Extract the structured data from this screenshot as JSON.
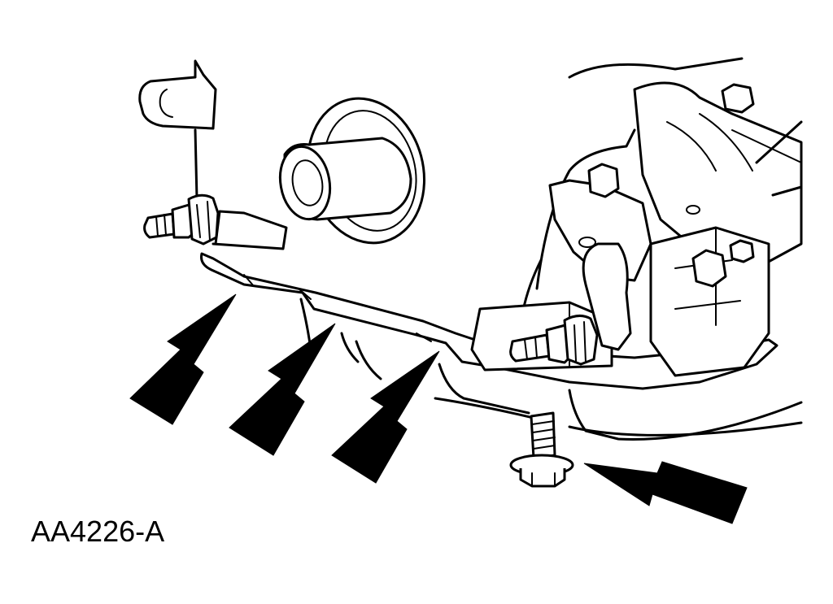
{
  "figure": {
    "id_label": "AA4226-A",
    "ink_color": "#000000",
    "background_color": "#ffffff",
    "callout_arrows": [
      "arrow-1",
      "arrow-2",
      "arrow-3",
      "arrow-4"
    ],
    "icons": [
      "arrow-icon"
    ]
  }
}
